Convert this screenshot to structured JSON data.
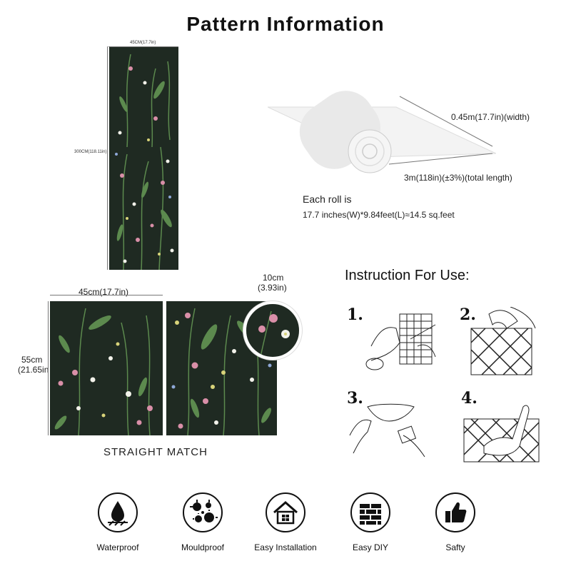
{
  "title": "Pattern Information",
  "panel": {
    "width_label": "45CM(17.7in)",
    "height_label": "300CM(118.11in)"
  },
  "roll": {
    "width_label": "0.45m(17.7in)(width)",
    "length_label": "3m(118in)(±3%)(total length)",
    "each_roll_heading": "Each roll is",
    "each_roll_detail": "17.7 inches(W)*9.84feet(L)≈14.5 sq.feet"
  },
  "match": {
    "width_label": "45cm(17.7in)",
    "height_label_1": "55cm",
    "height_label_2": "(21.65in",
    "repeat_label_1": "10cm",
    "repeat_label_2": "(3.93in)",
    "caption": "STRAIGHT MATCH"
  },
  "instructions": {
    "title": "Instruction For Use:",
    "steps": [
      "1.",
      "2.",
      "3.",
      "4."
    ]
  },
  "features": [
    {
      "label": "Waterproof",
      "icon": "water-drop-icon"
    },
    {
      "label": "Mouldproof",
      "icon": "mould-spores-icon"
    },
    {
      "label": "Easy Installation",
      "icon": "house-icon"
    },
    {
      "label": "Easy DIY",
      "icon": "brick-wall-icon"
    },
    {
      "label": "Safty",
      "icon": "thumbs-up-icon"
    }
  ],
  "colors": {
    "wallpaper_bg": "#1f2a22",
    "leaf": "#5c8a4e",
    "flower_pink": "#d98fa8"
  }
}
